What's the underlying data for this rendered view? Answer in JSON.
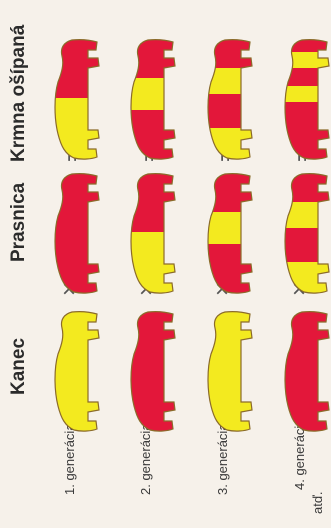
{
  "headers": {
    "boar": "Kanec",
    "sow": "Prasnica",
    "crossbred": "Krmna ošípaná"
  },
  "operators": {
    "cross": "×",
    "equals": "="
  },
  "generations": [
    {
      "label": "1. generácia",
      "boar_color": "yellow",
      "sow_pattern": "red",
      "offspring_pattern": "half"
    },
    {
      "label": "2. generácia",
      "boar_color": "red",
      "sow_pattern": "half",
      "offspring_pattern": "band"
    },
    {
      "label": "3. generácia",
      "boar_color": "yellow",
      "sow_pattern": "band",
      "offspring_pattern": "band-yellow-tail"
    },
    {
      "label": "4. generácia",
      "boar_color": "red",
      "sow_pattern": "band-yellow-tail",
      "offspring_pattern": "many-bands"
    }
  ],
  "continuation": "atď.",
  "colors": {
    "red": "#e3173a",
    "yellow": "#f3ea1f",
    "outline": "#8b6b2a"
  }
}
